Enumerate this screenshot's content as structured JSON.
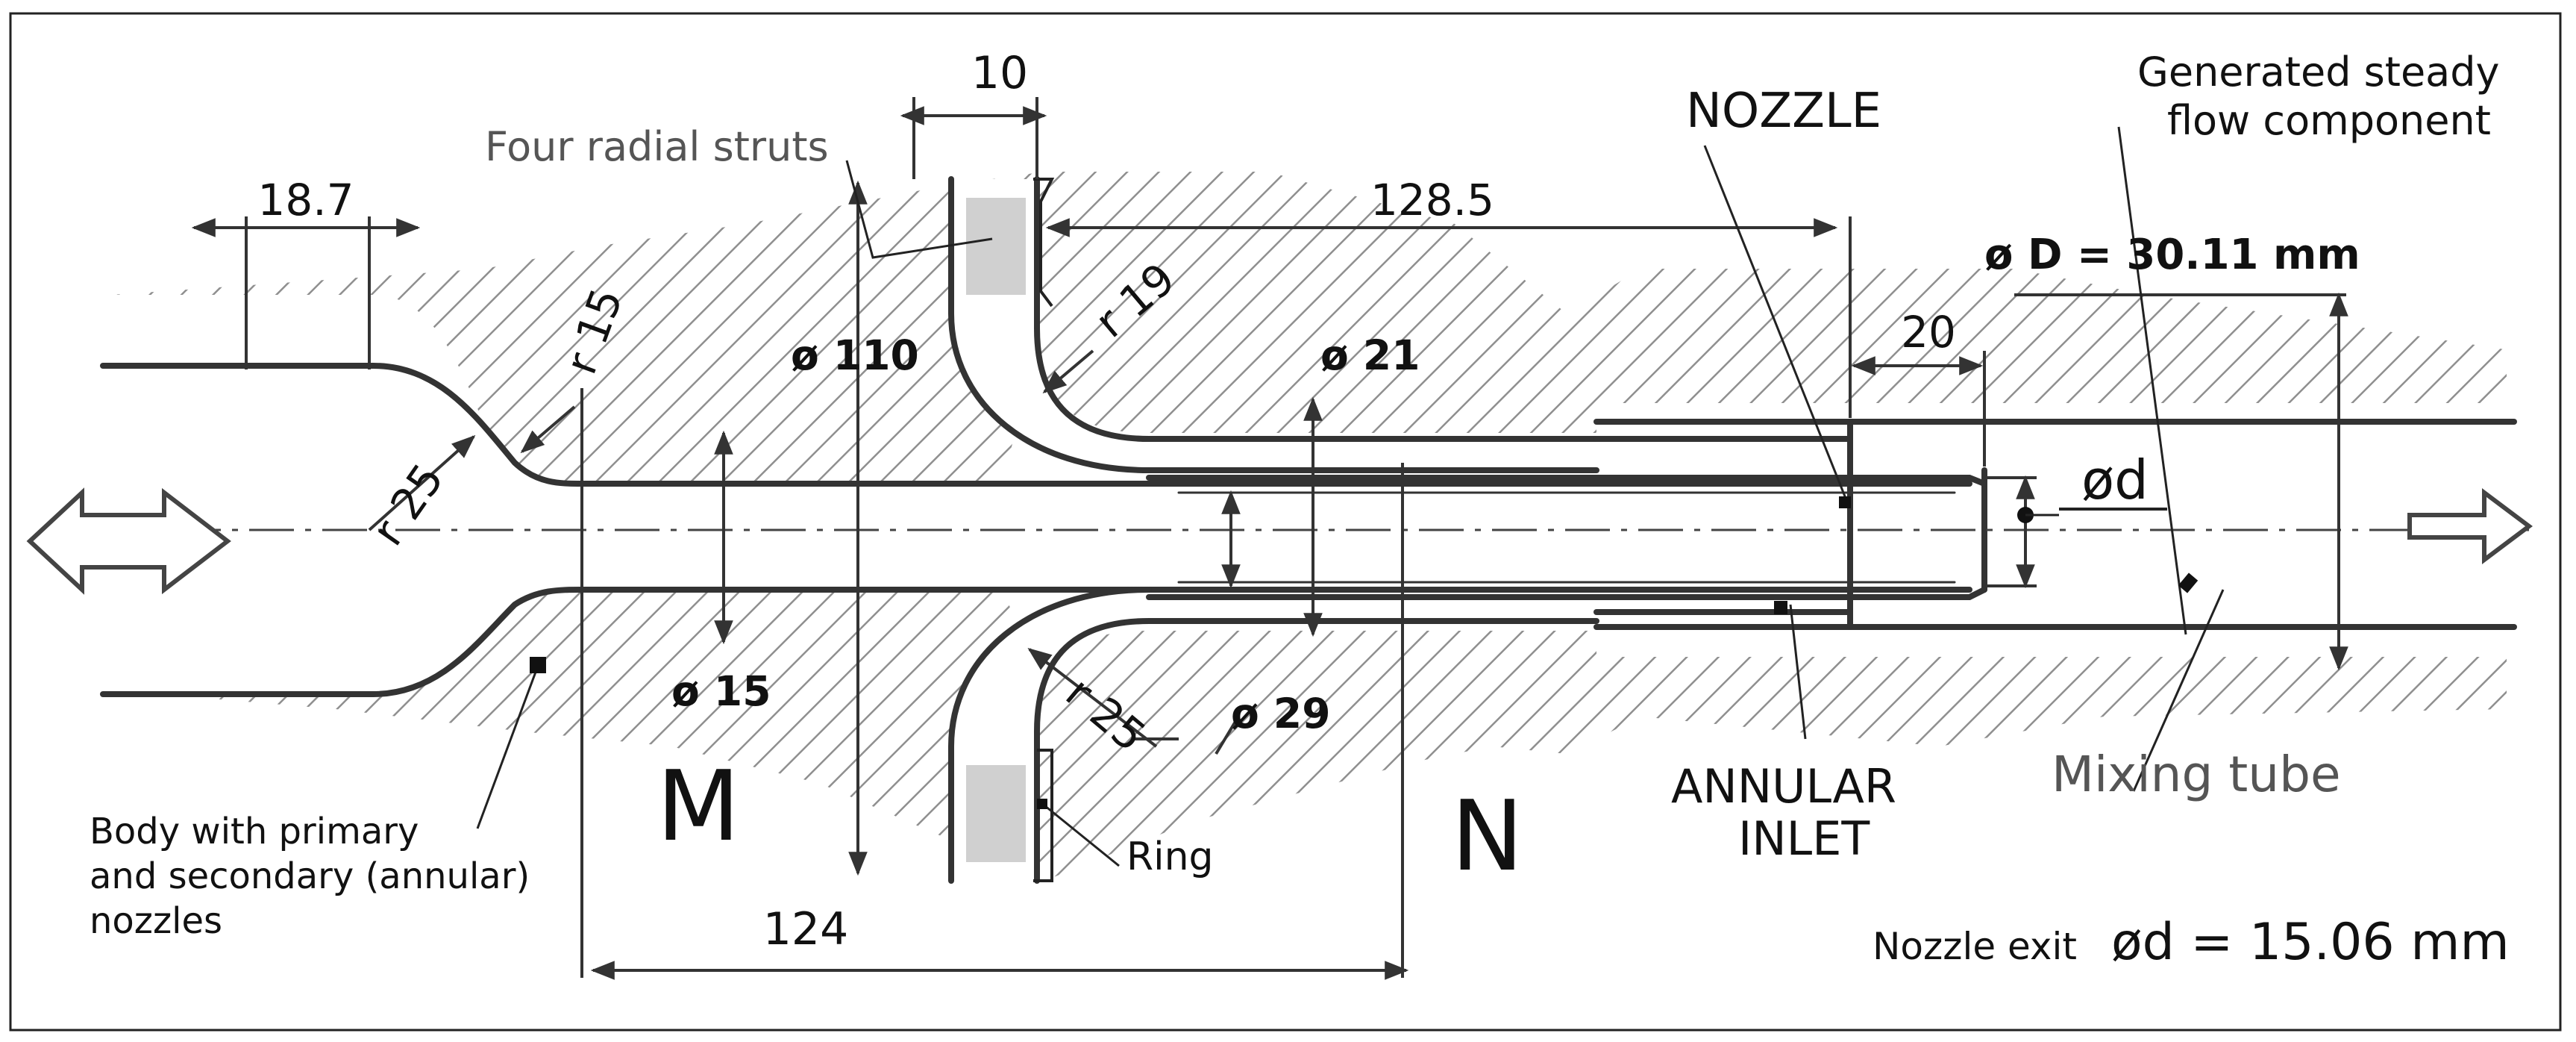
{
  "labels": {
    "four_radial_struts": "Four radial struts",
    "nozzle": "NOZZLE",
    "generated_line1": "Generated  steady",
    "generated_line2": "flow component",
    "annular_line1": "ANNULAR",
    "annular_line2": "INLET",
    "mixing_tube": "Mixing tube",
    "body_line1": "Body with primary",
    "body_line2": "and secondary (annular)",
    "body_line3": "nozzles",
    "ring": "Ring",
    "M": "M",
    "N": "N",
    "phi_d": "ød",
    "D_value": "ø D = 30.11 mm",
    "nozzle_exit_prefix": "Nozzle exit",
    "nozzle_exit_value": "ød = 15.06 mm"
  },
  "dimensions": {
    "d10": "10",
    "d18_7": "18.7",
    "d128_5": "128.5",
    "r15": "r 15",
    "r19": "r 19",
    "r25_left": "r 25",
    "r25_lower": "r 25",
    "phi110": "ø 110",
    "phi21": "ø 21",
    "d20": "20",
    "phi15": "ø 15",
    "phi29": "ø 29",
    "d124": "124"
  },
  "colors": {
    "line": "#333333",
    "hatch": "#9a9a9a",
    "strut_fill": "#d0d0d0"
  }
}
